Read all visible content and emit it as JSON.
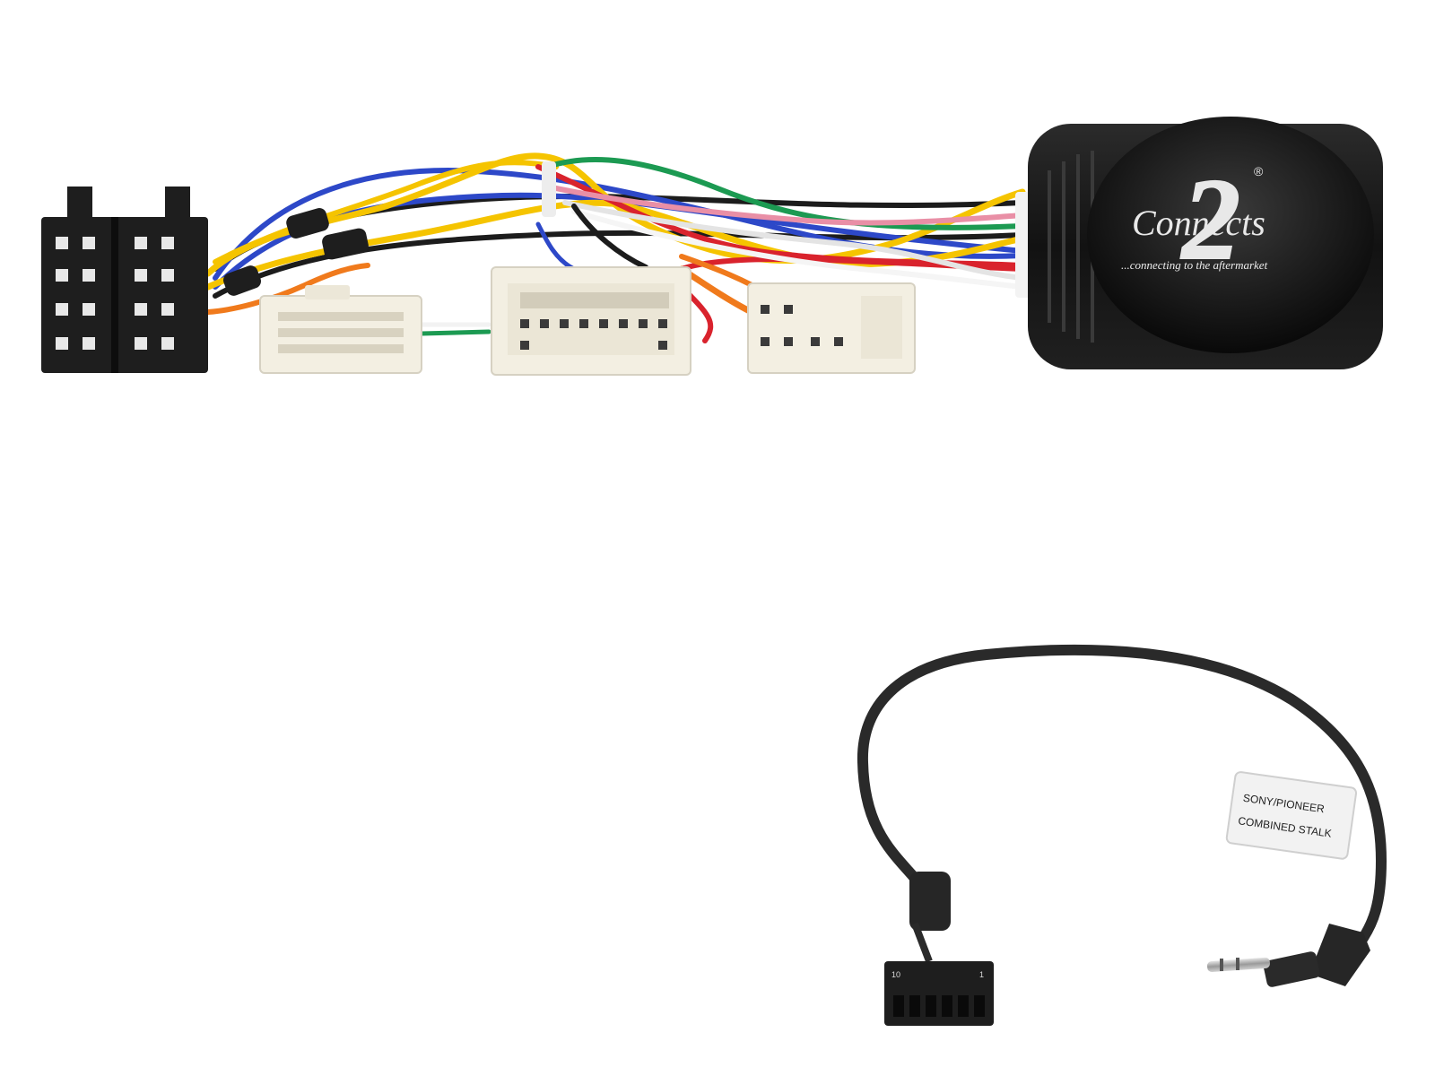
{
  "logo": {
    "brand_number": "2",
    "brand_word": "Connects",
    "registered_mark": "®",
    "tagline": "...connecting to the aftermarket"
  },
  "cable_label": {
    "line1": "SONY/PIONEER",
    "line2": "COMBINED STALK"
  },
  "plug_pin_marks": {
    "left": "10",
    "right": "1"
  },
  "colors": {
    "background": "#ffffff",
    "module_body": "#1b1b1b",
    "connector_black": "#1e1e1e",
    "connector_white": "#f3efe2",
    "cable_black": "#2a2a2a",
    "wire_yellow": "#f5c400",
    "wire_blue": "#2d48c8",
    "wire_red": "#d9232d",
    "wire_green": "#1c9a52",
    "wire_orange": "#f07a1c",
    "wire_pink": "#e98fa6",
    "wire_white": "#f2f2f2",
    "wire_black": "#1c1c1c"
  },
  "icons": [
    "iso-connector-icon",
    "vehicle-connector-icon",
    "interface-module-icon",
    "jack-plug-icon",
    "molex-plug-icon"
  ]
}
